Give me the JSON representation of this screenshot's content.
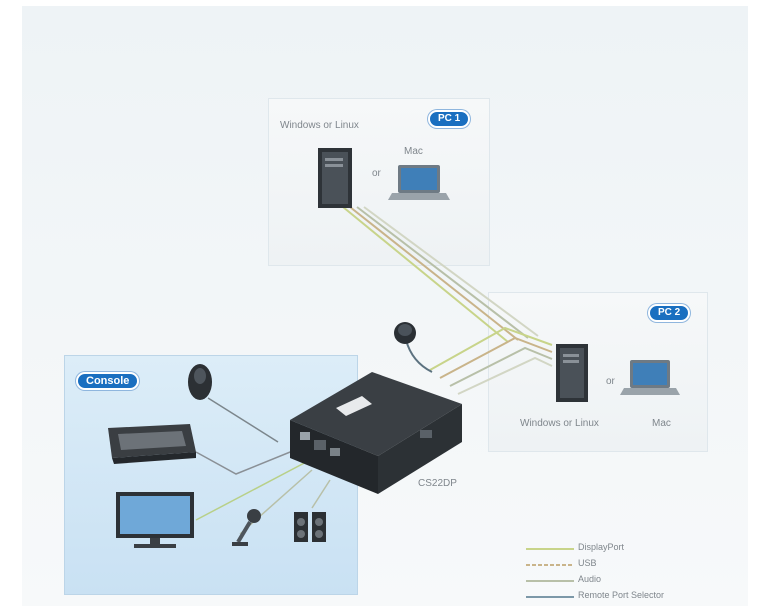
{
  "pc1": {
    "badge": "PC 1",
    "os_label": "Windows or Linux",
    "or_label": "or",
    "mac_label": "Mac"
  },
  "pc2": {
    "badge": "PC 2",
    "os_label": "Windows or Linux",
    "or_label": "or",
    "mac_label": "Mac"
  },
  "console": {
    "badge": "Console"
  },
  "device": {
    "label": "CS22DP"
  },
  "legend": [
    {
      "label": "DisplayPort",
      "color": "#c8d48a"
    },
    {
      "label": "USB",
      "color": "#c9b48a"
    },
    {
      "label": "Audio",
      "color": "#b8c0a8"
    },
    {
      "label": "Remote Port Selector",
      "color": "#7c98a8"
    }
  ]
}
